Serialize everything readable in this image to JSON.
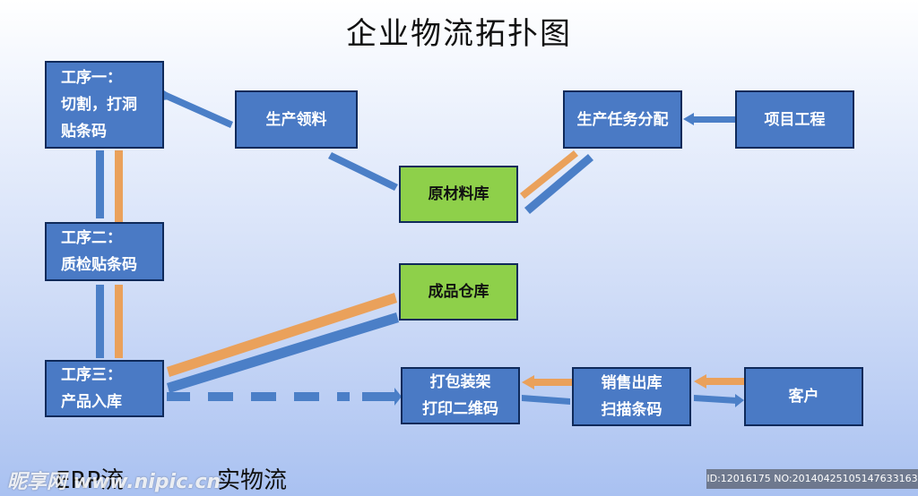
{
  "title": "企业物流拓扑图",
  "nodes": {
    "process1": [
      "工序一：",
      "切割，打洞",
      "贴条码"
    ],
    "process2": [
      "工序二：",
      "质检贴条码"
    ],
    "process3": [
      "工序三：",
      "产品入库"
    ],
    "production_materials": "生产领料",
    "raw_warehouse": "原材料库",
    "task_allocation": "生产任务分配",
    "project_engineering": "项目工程",
    "finished_warehouse": "成品仓库",
    "packing": [
      "打包装架",
      "打印二维码"
    ],
    "sales_out": [
      "销售出库",
      "扫描条码"
    ],
    "customer": "客户"
  },
  "legend": {
    "erp": "ERP流",
    "physical": "实物流"
  },
  "colors": {
    "node_blue": "#4a7ac5",
    "node_green": "#8ed04a",
    "arrow_blue": "#4b7fc7",
    "arrow_orange": "#eaa15b",
    "border": "#0f2a5a"
  },
  "watermark": {
    "left": "昵享网 www.nipic.cn",
    "right": "ID:12016175 NO:20140425105147633163"
  }
}
